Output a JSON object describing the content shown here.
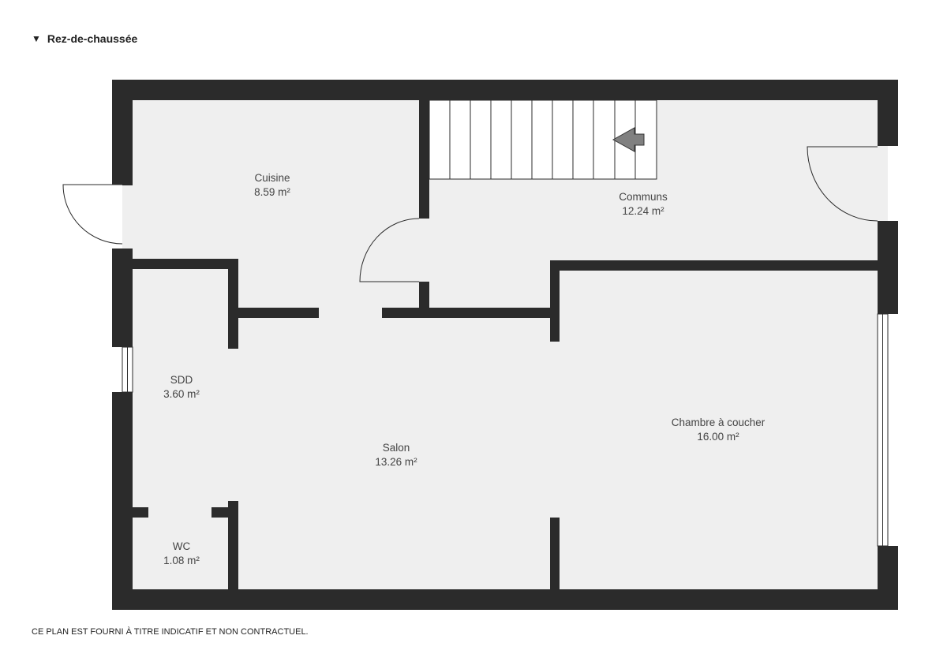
{
  "header": {
    "level_title": "Rez-de-chaussée",
    "toggle_icon": "triangle-down-icon"
  },
  "rooms": [
    {
      "name": "Cuisine",
      "area": "8.59 m²"
    },
    {
      "name": "Communs",
      "area": "12.24 m²"
    },
    {
      "name": "SDD",
      "area": "3.60 m²"
    },
    {
      "name": "Salon",
      "area": "13.26 m²"
    },
    {
      "name": "Chambre à coucher",
      "area": "16.00 m²"
    },
    {
      "name": "WC",
      "area": "1.08 m²"
    }
  ],
  "footer": {
    "disclaimer": "CE PLAN EST FOURNI À TITRE INDICATIF ET NON CONTRACTUEL."
  },
  "colors": {
    "wall": "#2b2b2b",
    "floor": "#efefef",
    "arrow": "#808080"
  }
}
